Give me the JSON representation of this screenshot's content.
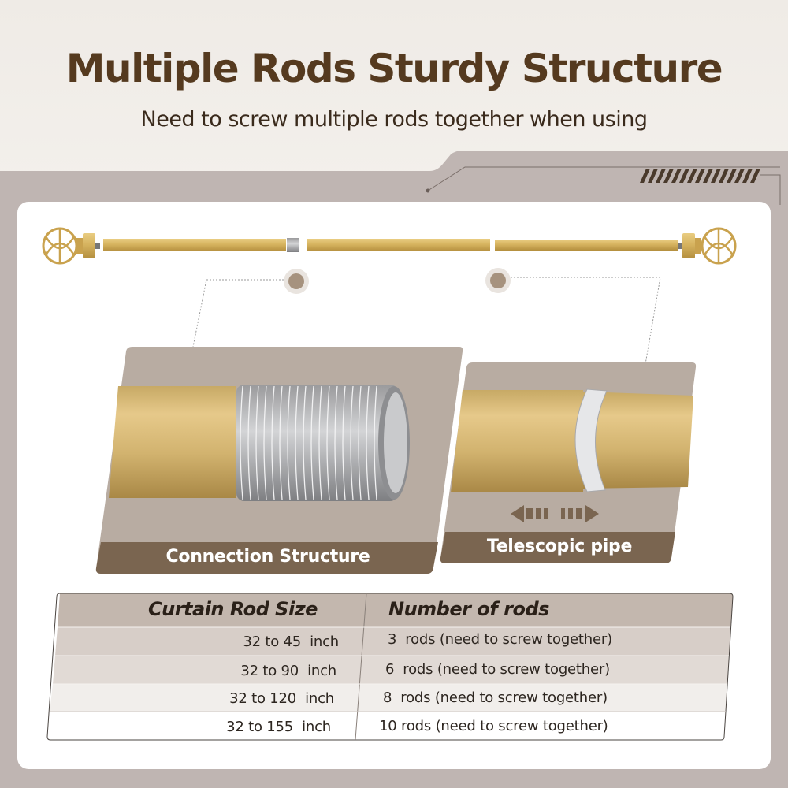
{
  "header": {
    "title": "Multiple Rods Sturdy Structure",
    "subtitle": "Need to screw multiple rods together when using"
  },
  "colors": {
    "title_brown": "#553a1f",
    "band_gray": "#bdb3b0",
    "panel_taupe": "#b8aca2",
    "label_brown": "#7a6550",
    "gold": "#d8b45c",
    "stripe_brown": "#4a3a2c"
  },
  "diagram": {
    "rod_icon": "curtain-rod-icon",
    "callouts": [
      "connection-callout",
      "telescopic-callout"
    ]
  },
  "panels": [
    {
      "label": "Connection Structure",
      "icon": "threaded-connector-icon"
    },
    {
      "label": "Telescopic pipe",
      "icon": "telescopic-sleeve-icon",
      "arrow_icon": "double-arrow-icon"
    }
  ],
  "table": {
    "headers": [
      "Curtain Rod Size",
      "Number of rods"
    ],
    "rows": [
      {
        "size": "32 to 45  inch",
        "rods": "3  rods (need to screw together)"
      },
      {
        "size": "32 to 90  inch",
        "rods": "6  rods (need to screw together)"
      },
      {
        "size": "32 to 120  inch",
        "rods": "8  rods (need to screw together)"
      },
      {
        "size": "32 to 155  inch",
        "rods": "10 rods (need to screw together)"
      }
    ]
  }
}
